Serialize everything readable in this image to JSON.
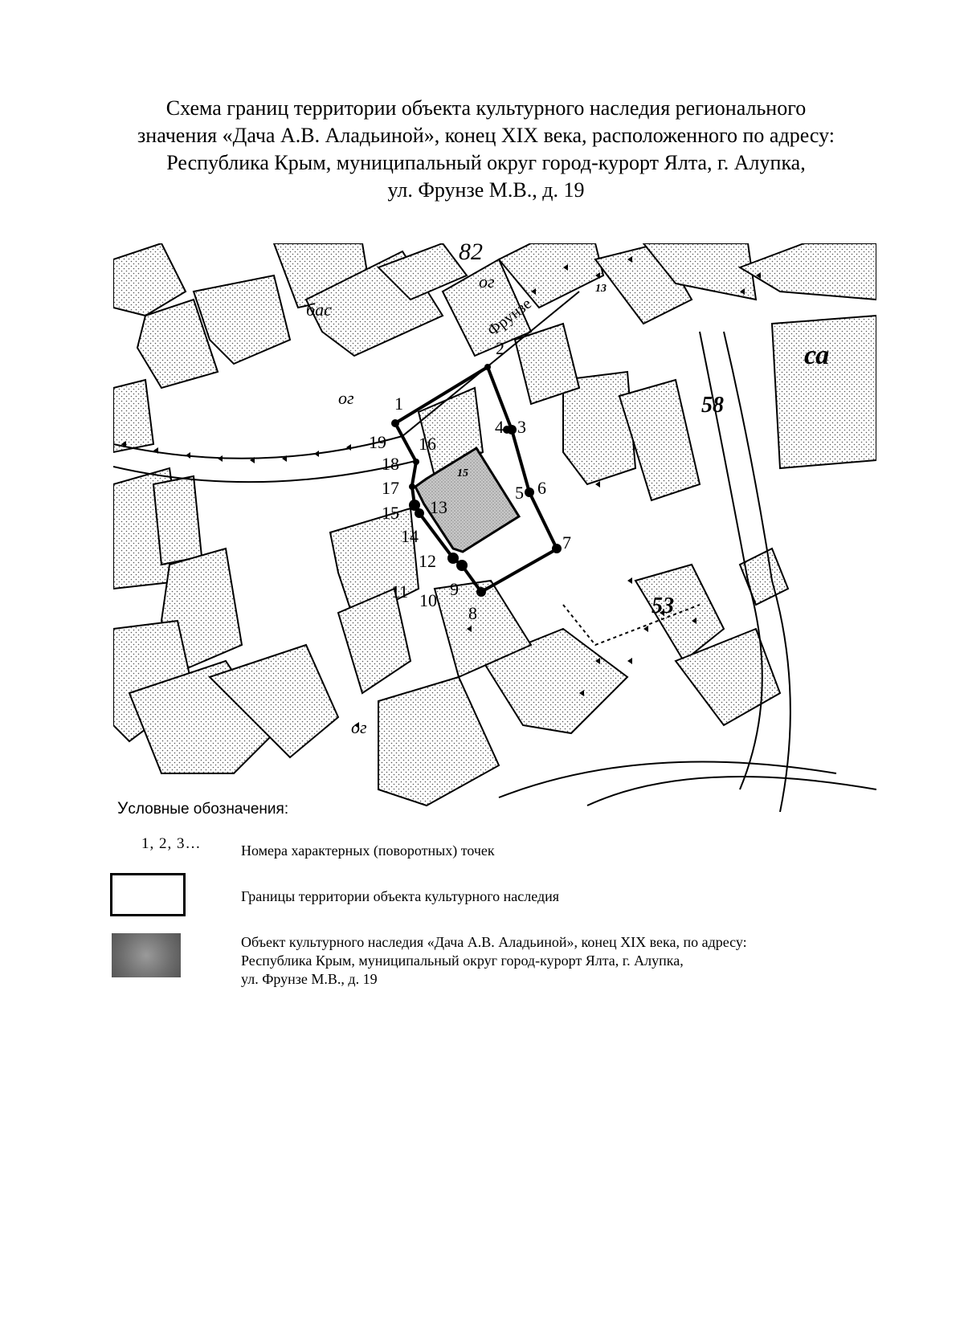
{
  "title_lines": [
    "Схема границ территории объекта культурного наследия регионального",
    "значения «Дача А.В. Аладьиной», конец XIX века, расположенного по адресу:",
    "Республика Крым, муниципальный округ город-курорт Ялта, г. Алупка,",
    "ул. Фрунзе М.В., д. 19"
  ],
  "map": {
    "street_label": "Фрунзе",
    "labels": {
      "n82": "82",
      "og_top": "ог",
      "bas": "бас",
      "n13": "13",
      "ca": "са",
      "n58": "58",
      "og_left": "ог",
      "n15": "15",
      "n53": "53",
      "og_bottom": "ог"
    },
    "points": [
      "1",
      "2",
      "3",
      "4",
      "5",
      "6",
      "7",
      "8",
      "9",
      "10",
      "11",
      "12",
      "13",
      "14",
      "15",
      "16",
      "17",
      "18",
      "19"
    ]
  },
  "legend": {
    "heading": "Условные обозначения:",
    "heading_first_letter": "У",
    "heading_rest": "словные обозначения:",
    "numbers_symbol": "1, 2, 3…",
    "item1": "Номера характерных (поворотных) точек",
    "item2": "Границы территории объекта культурного наследия",
    "item3_lines": [
      "Объект культурного наследия «Дача А.В. Аладьиной», конец XIX века, по адресу:",
      "Республика Крым, муниципальный округ город-курорт Ялта, г. Алупка,",
      "ул. Фрунзе М.В., д. 19"
    ]
  }
}
